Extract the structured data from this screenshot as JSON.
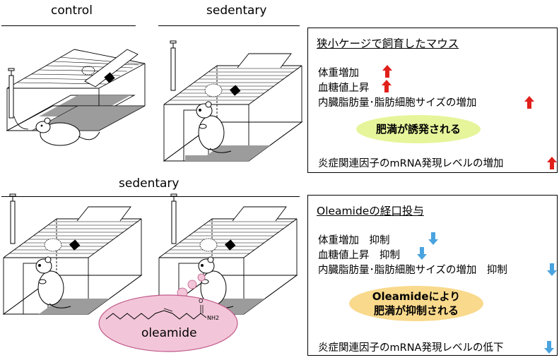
{
  "panels": {
    "top_left_header": "control",
    "top_right_header": "sedentary",
    "bottom_header": "sedentary",
    "oleamide_label": "oleamide",
    "nh2_label": "NH2",
    "o_label": "O"
  },
  "box_top": {
    "title": "狭小ケージで飼育したマウス",
    "lines": [
      "体重増加",
      "血糖値上昇",
      "内臓脂肪量･脂肪細胞サイズの増加"
    ],
    "pill": "肥満が誘発される",
    "last_line": "炎症関連因子のmRNA発現レベルの増加",
    "arrow_color": "#e0201b",
    "pill_color": "#e6f59a"
  },
  "box_bottom": {
    "title": "Oleamideの経口投与",
    "lines": [
      "体重増加　抑制",
      "血糖値上昇　抑制",
      "内臓脂肪量･脂肪細胞サイズの増加　抑制"
    ],
    "pill_line1": "Oleamideにより",
    "pill_line2": "肥満が抑制される",
    "last_line": "炎症関連因子のmRNA発現レベルの低下",
    "arrow_color": "#4aa3df",
    "pill_color": "#f9d98c"
  },
  "colors": {
    "floor_gray": "#9c9c9c",
    "oleamide_fill": "#f2c6d8",
    "oleamide_stroke": "#c15a8a"
  }
}
